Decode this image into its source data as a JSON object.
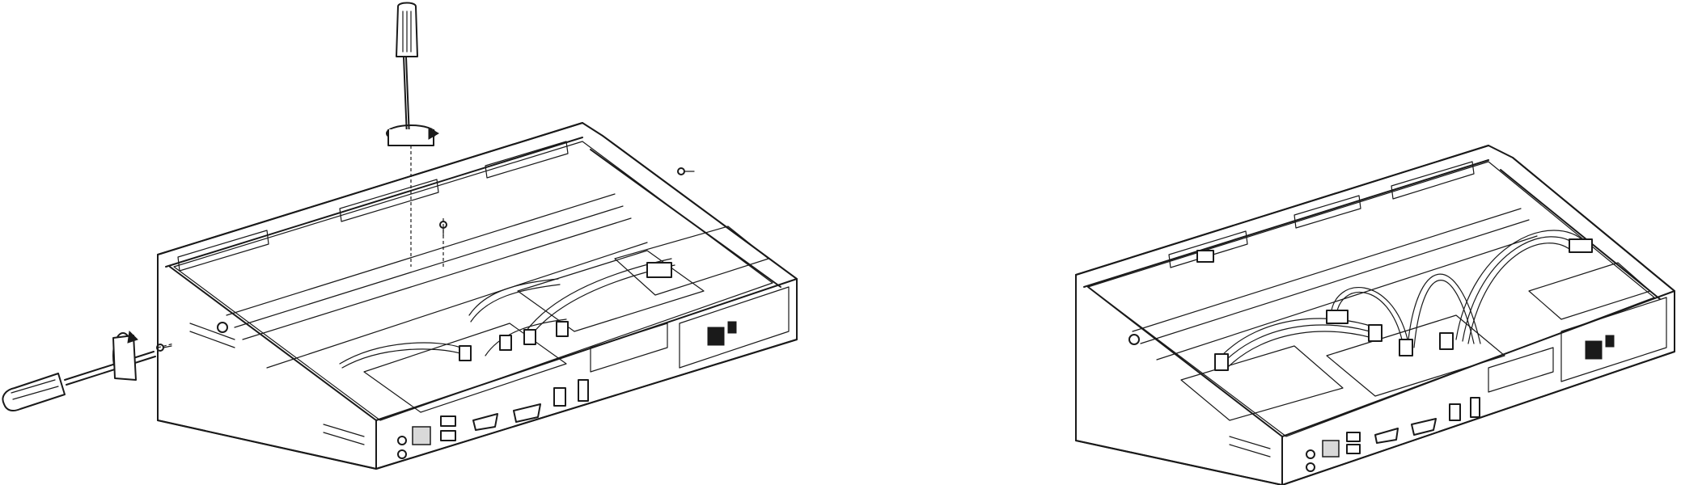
{
  "figures": [
    {
      "id": "step-1",
      "state": "screws being removed with screwdrivers"
    },
    {
      "id": "step-2",
      "state": "drive bracket removed, cables exposed"
    }
  ],
  "colors": {
    "line": "#1a1a1a",
    "background": "#ffffff",
    "shade": "#d9d9d9"
  },
  "icons": [
    "screwdriver-icon",
    "rotation-arrow-icon",
    "screw-icon"
  ]
}
